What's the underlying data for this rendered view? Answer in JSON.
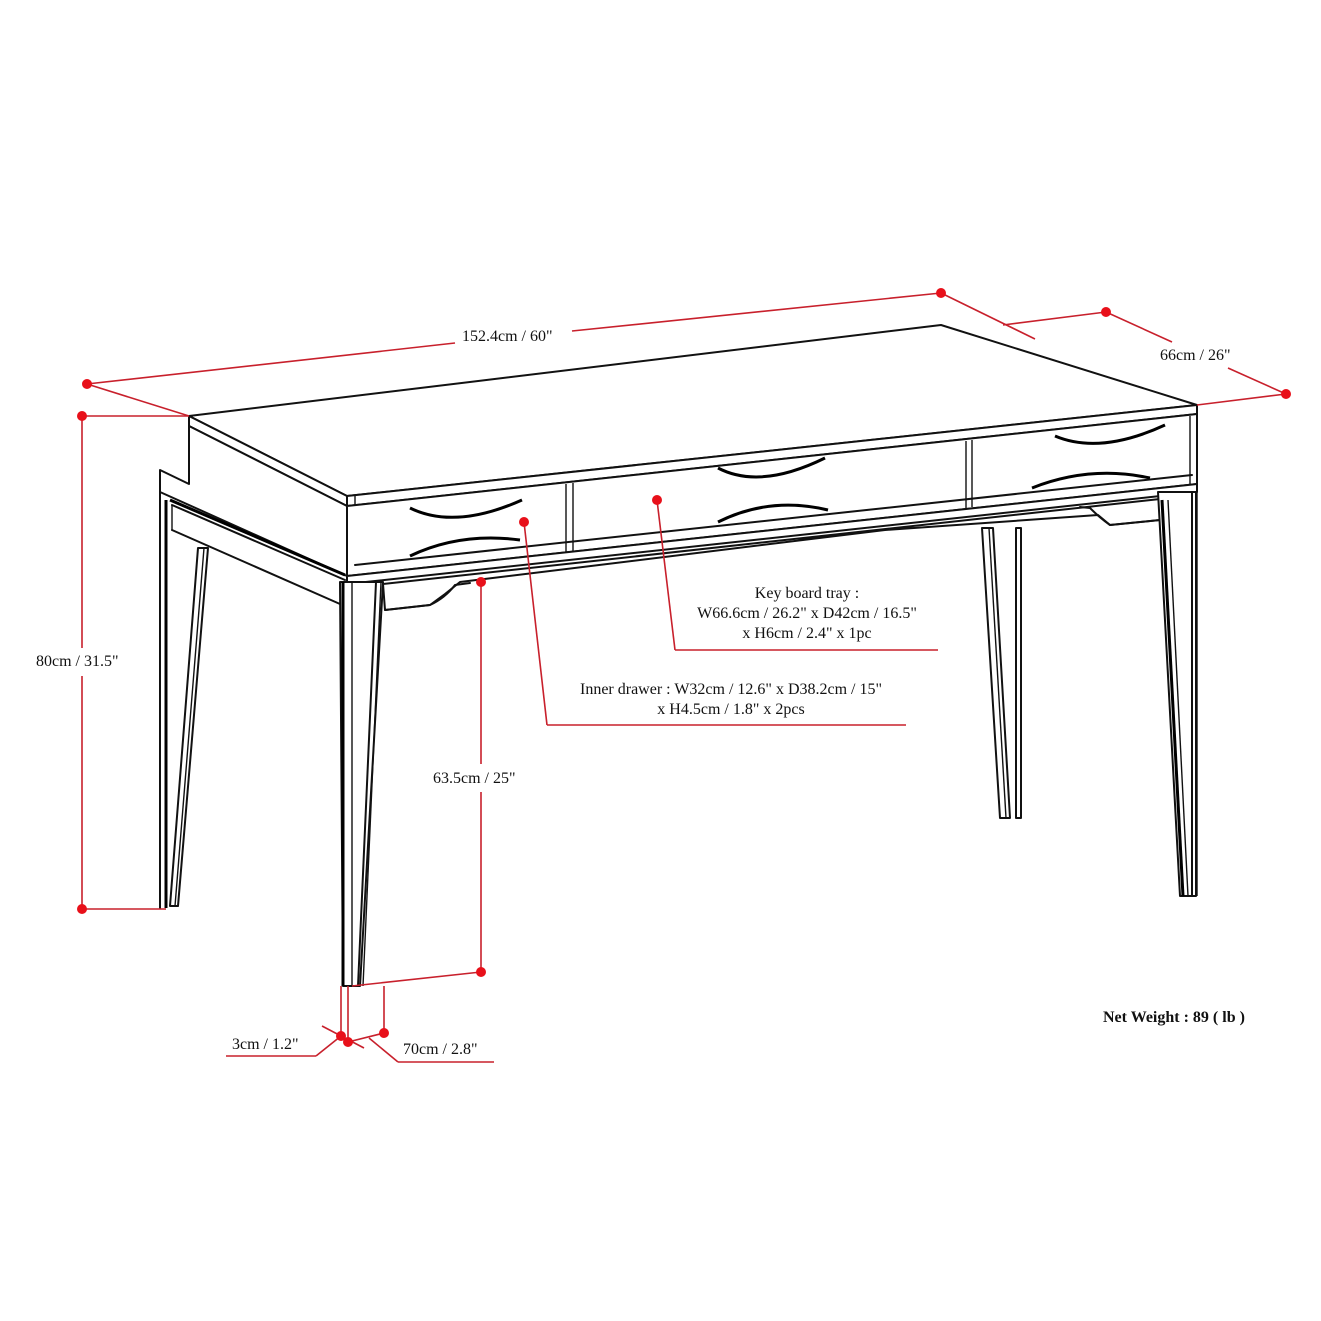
{
  "diagram": {
    "subject": "Desk with drawers and keyboard tray - dimension drawing",
    "colors": {
      "line": "#111111",
      "dimension": "#c8202c",
      "marker": "#e8101a",
      "background": "#ffffff"
    }
  },
  "dimensions": {
    "width": "152.4cm / 60\"",
    "depth": "66cm / 26\"",
    "height": "80cm / 31.5\"",
    "knee_clearance": "63.5cm / 25\"",
    "leg_width": "3cm / 1.2\"",
    "leg_depth": "70cm / 2.8\""
  },
  "callouts": {
    "keyboard_tray": {
      "line1": "Key board tray :",
      "line2": "W66.6cm / 26.2\" x D42cm / 16.5\"",
      "line3": "x H6cm / 2.4\" x 1pc"
    },
    "inner_drawer": {
      "line1": "Inner drawer : W32cm / 12.6\" x D38.2cm / 15\"",
      "line2": "x H4.5cm / 1.8\" x 2pcs"
    }
  },
  "net_weight": "Net Weight : 89 ( lb )"
}
